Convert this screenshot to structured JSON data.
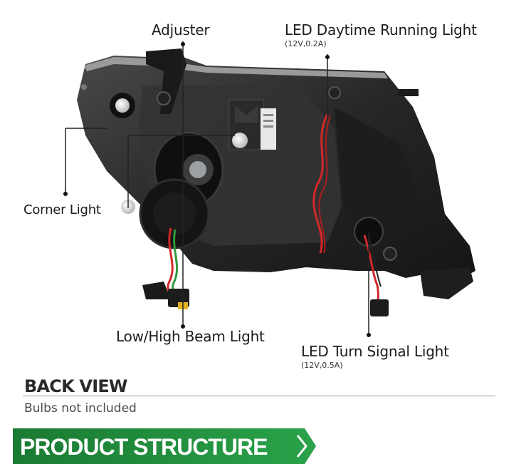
{
  "callouts": {
    "adjuster": "Adjuster",
    "led_drl": "LED Daytime Running Light",
    "led_drl_spec": "(12V,0.2A)",
    "corner_light": "Corner Light",
    "low_high_beam": "Low/High Beam Light",
    "led_turn_signal": "LED Turn Signal Light",
    "led_turn_signal_spec": "(12V,0.5A)"
  },
  "section": {
    "title": "BACK VIEW",
    "note": "Bulbs not included"
  },
  "banner": {
    "text": "PRODUCT STRUCTURE",
    "color": "#1f8a3a"
  },
  "colors": {
    "housing": "#2b2b2b",
    "wire_red": "#d4282a",
    "wire_green": "#2f9a3f",
    "leader_line": "#222222"
  }
}
